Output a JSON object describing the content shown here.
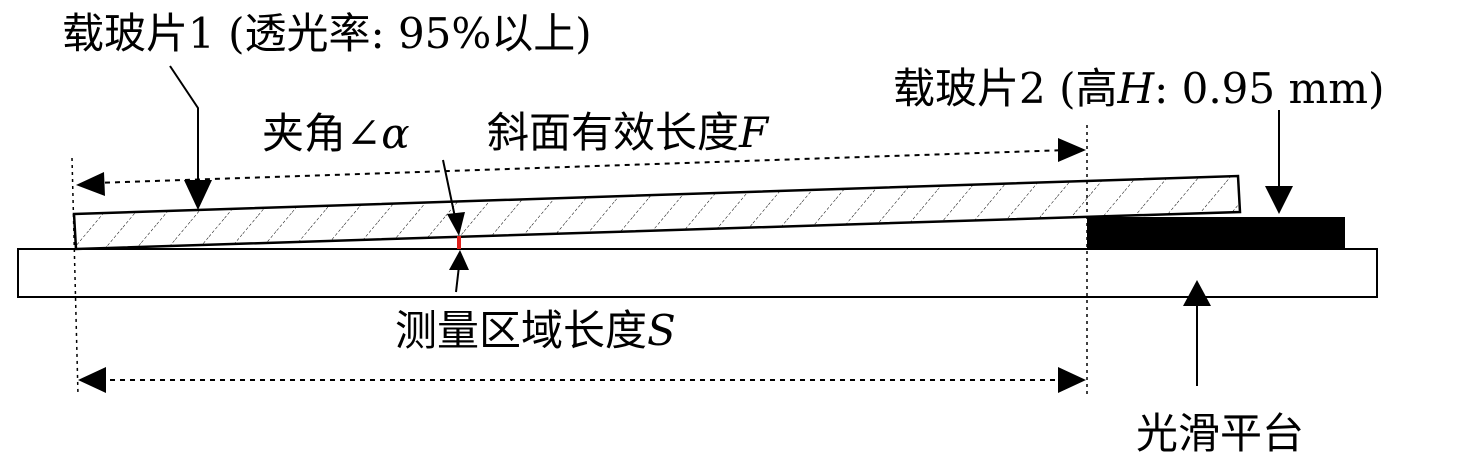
{
  "labels": {
    "slide1": "载玻片1 (透光率: 95%以上)",
    "slide2_prefix": "载玻片2 (高",
    "slide2_var": "H",
    "slide2_suffix": ": 0.95 mm)",
    "angle_prefix": "夹角∠",
    "angle_var": "α",
    "slope_text": "斜面有效长度",
    "slope_var": "F",
    "measure_text": "测量区域长度",
    "measure_var": "S",
    "platform": "光滑平台"
  },
  "colors": {
    "line": "#000000",
    "angle_mark": "#e0201b",
    "spacer_fill": "#000000",
    "background": "#ffffff"
  }
}
